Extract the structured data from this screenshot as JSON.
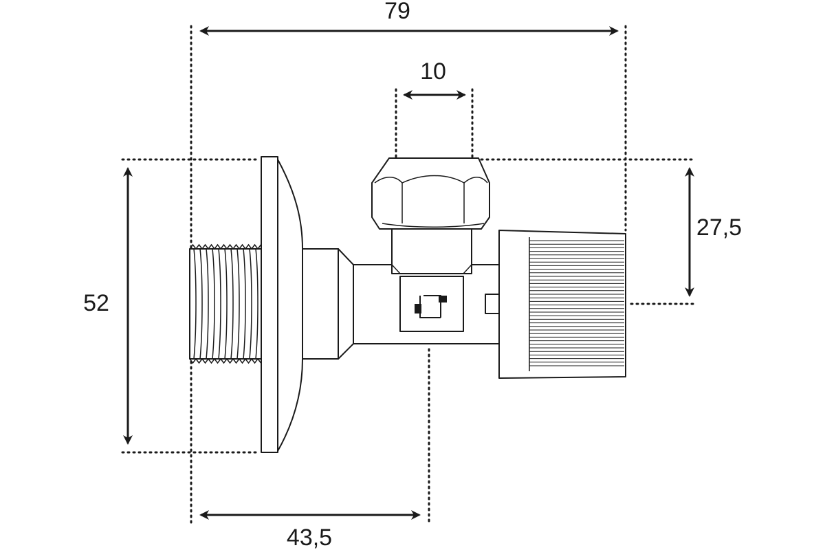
{
  "dimensions": {
    "overall_length": "79",
    "nut_width": "10",
    "flange_height": "52",
    "handle_offset": "27,5",
    "inlet_to_outlet": "43,5"
  },
  "colors": {
    "line": "#1a1a1a",
    "background": "#ffffff"
  },
  "icons": {
    "adjustment_symbol": "square-bracket-icon"
  }
}
